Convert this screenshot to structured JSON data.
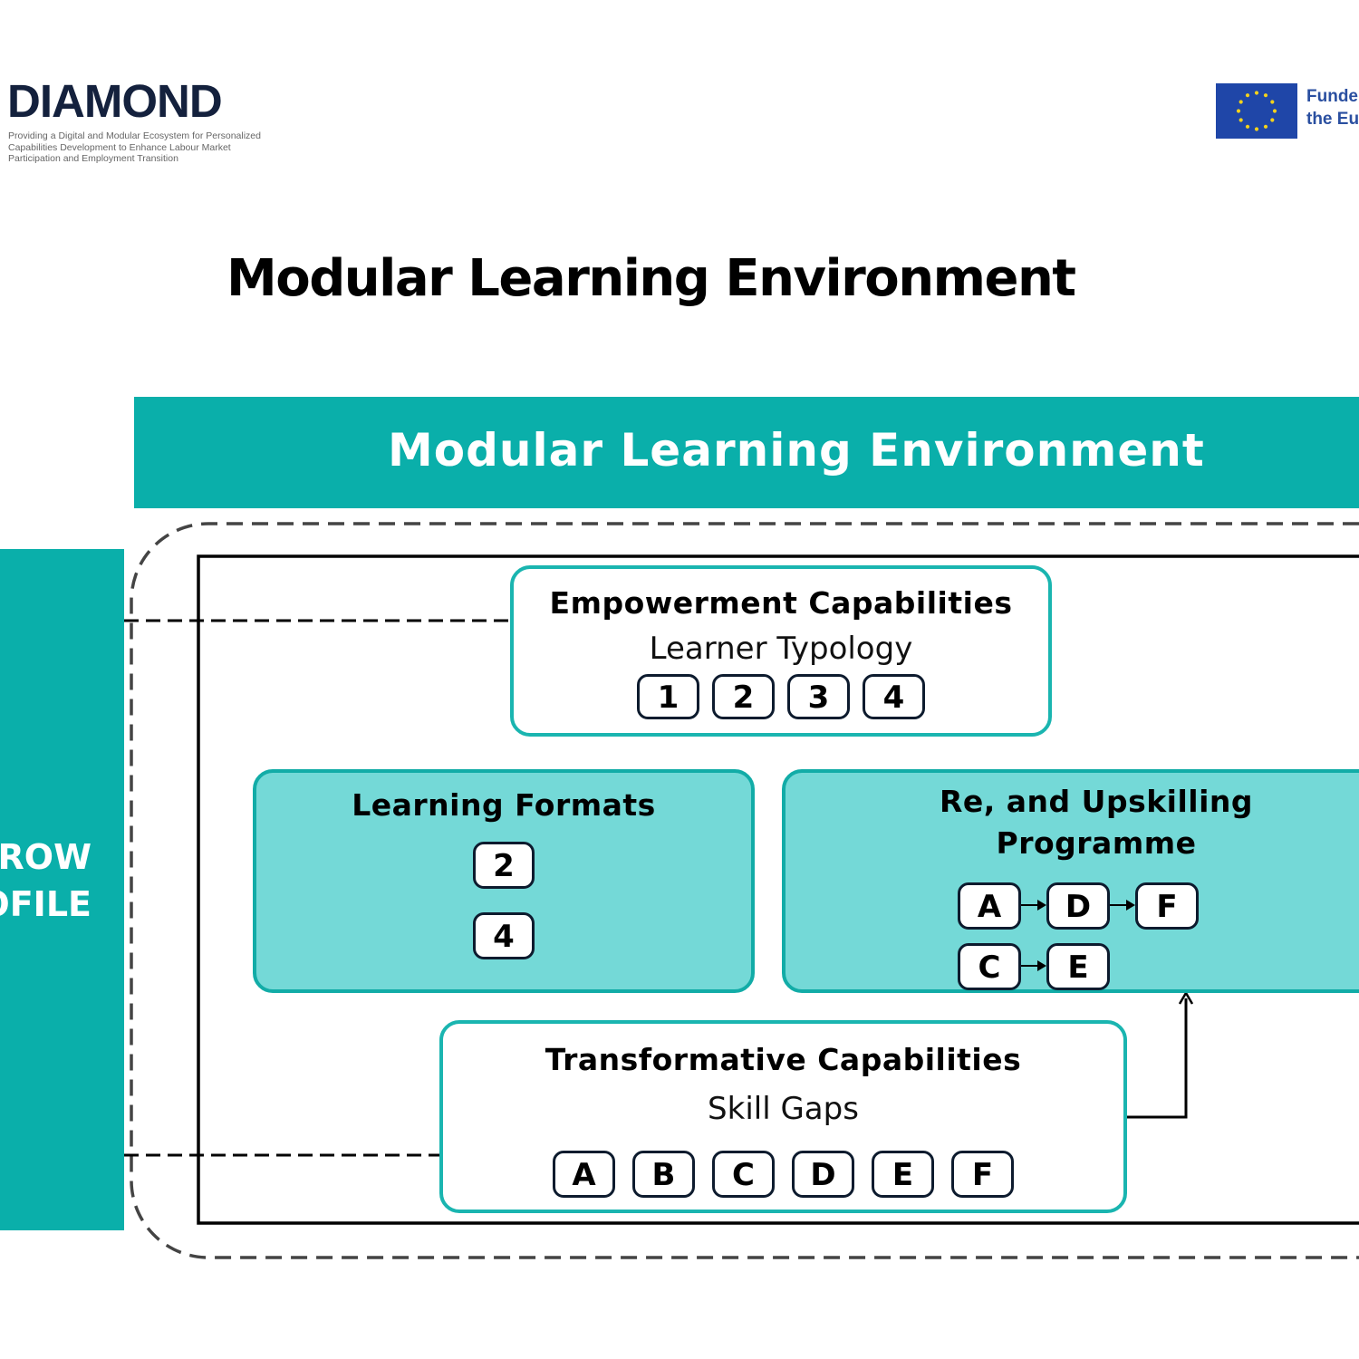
{
  "header": {
    "logo": {
      "name": "DIAMOND",
      "tagline": "Providing a Digital and Modular Ecosystem for Personalized Capabilities Development to Enhance Labour Market Participation and Employment Transition"
    },
    "eu_badge": {
      "text": "Funde\nthe Eu",
      "icon": "eu-flag-icon"
    }
  },
  "title": "Modular Learning Environment",
  "banner": {
    "label": "Modular Learning Environment"
  },
  "profile_bar": {
    "label": "ROW\nOFILE"
  },
  "colors": {
    "teal": "#0aafaa",
    "light_teal": "#74d9d7",
    "box_border": "#1ab5b0",
    "chip_border": "#0d1b2e",
    "logo_navy": "#14213d",
    "eu_blue": "#1f46a8",
    "eu_star": "#f4d21b"
  },
  "diagram": {
    "empowerment": {
      "title": "Empowerment Capabilities",
      "subtitle": "Learner Typology",
      "chips": [
        "1",
        "2",
        "3",
        "4"
      ]
    },
    "learning_formats": {
      "title": "Learning Formats",
      "chips": [
        "2",
        "4"
      ]
    },
    "upskilling": {
      "title_line1": "Re, and Upskilling",
      "title_line2": "Programme",
      "paths": [
        [
          "A",
          "D",
          "F"
        ],
        [
          "C",
          "E"
        ]
      ]
    },
    "transformative": {
      "title": "Transformative Capabilities",
      "subtitle": "Skill Gaps",
      "chips": [
        "A",
        "B",
        "C",
        "D",
        "E",
        "F"
      ]
    }
  }
}
